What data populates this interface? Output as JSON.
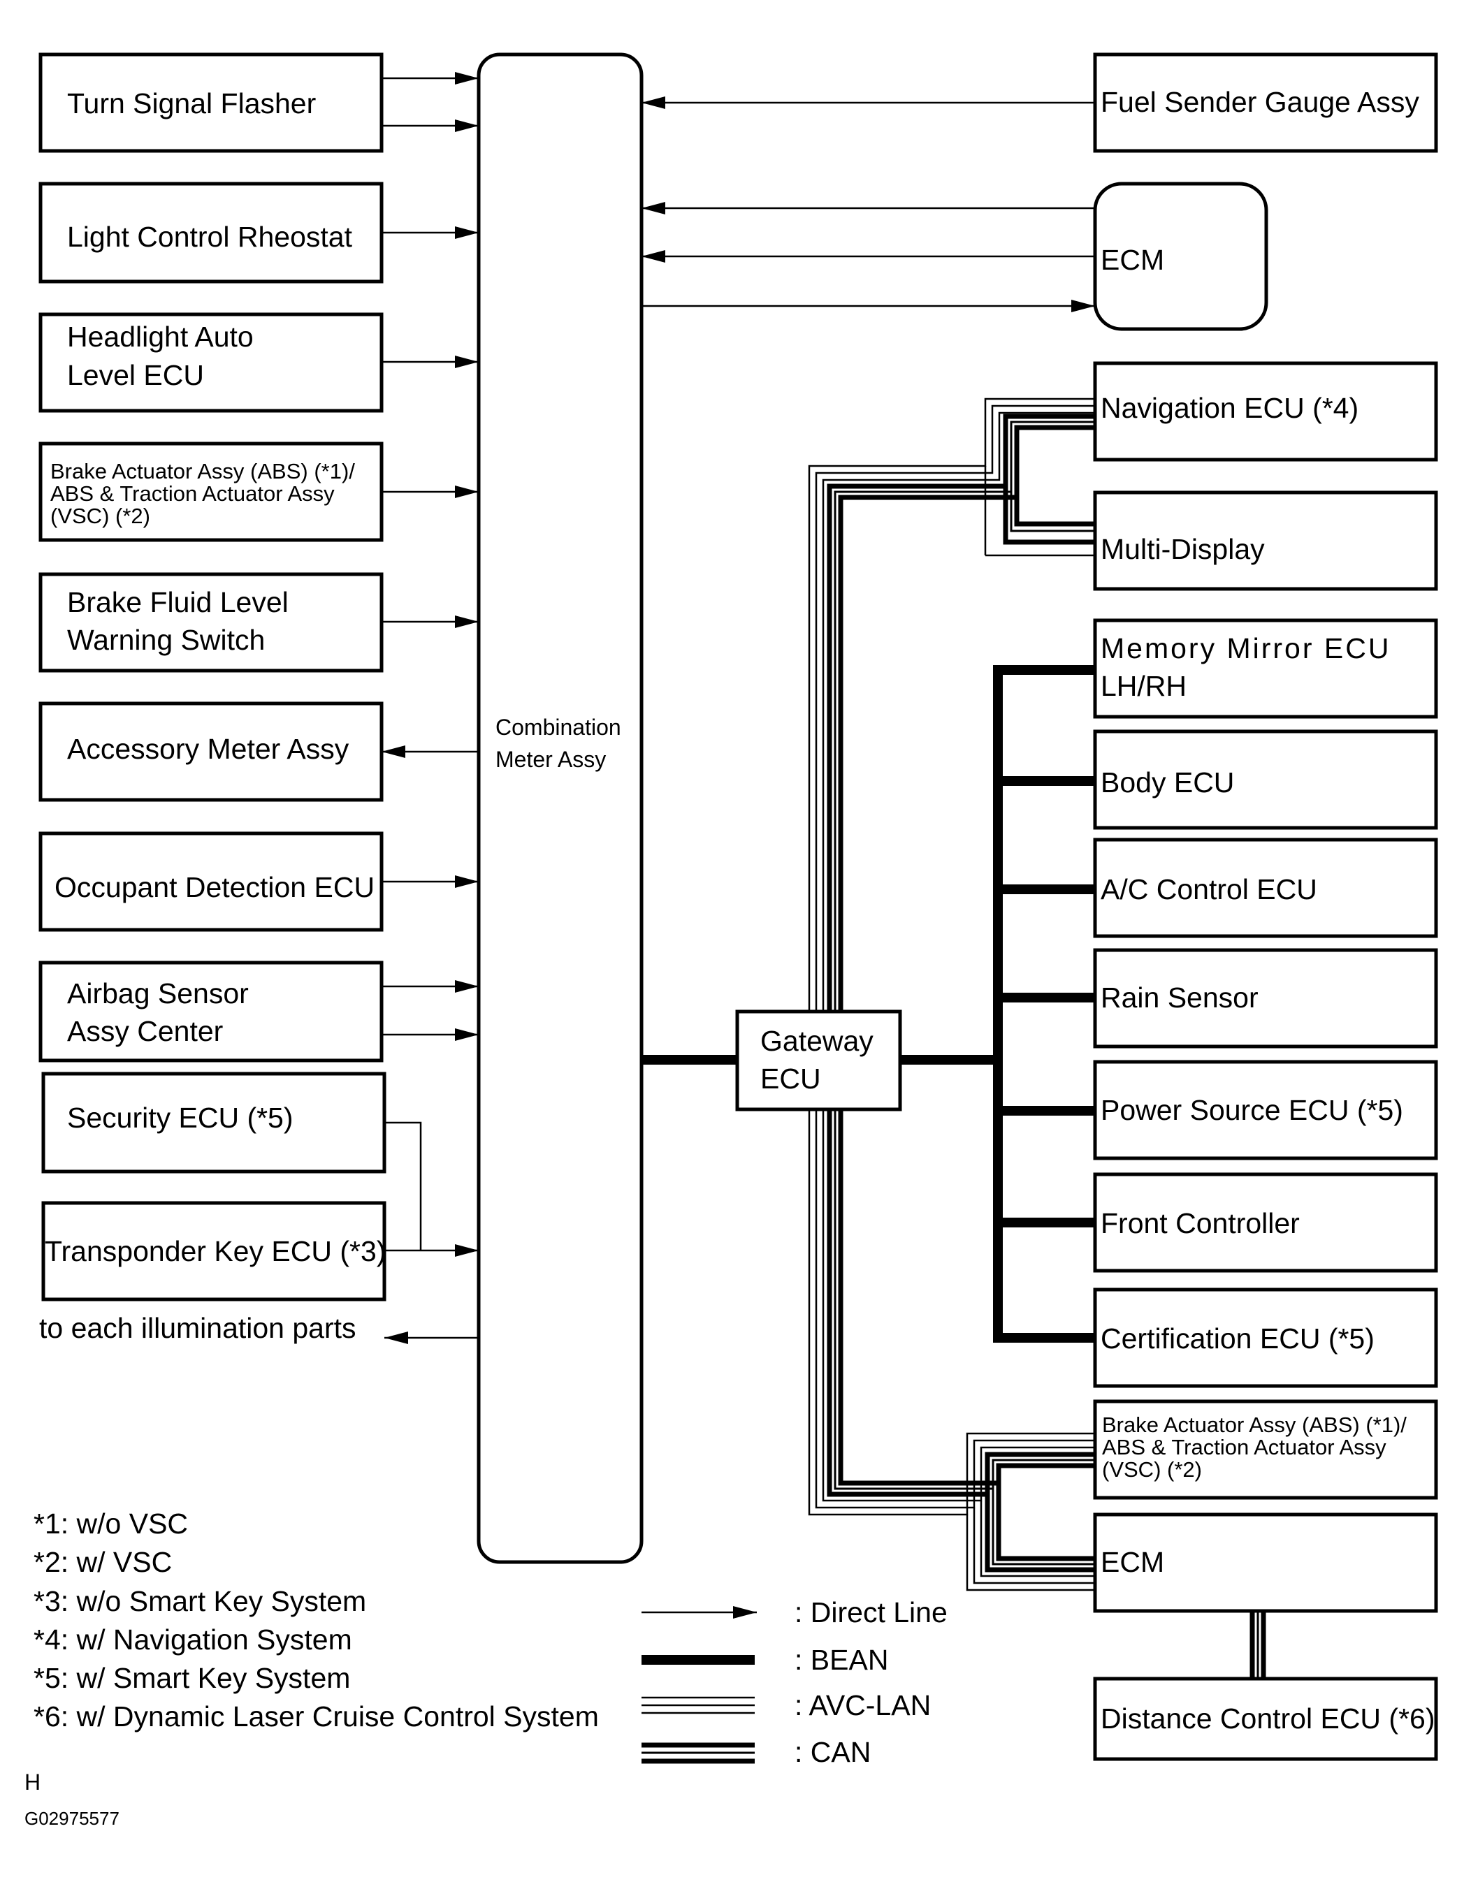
{
  "center": {
    "line1": "Combination",
    "line2": "Meter Assy"
  },
  "gateway": {
    "line1": "Gateway",
    "line2": "ECU"
  },
  "left_boxes": {
    "turn_signal": "Turn Signal Flasher",
    "light_rheostat": "Light Control Rheostat",
    "headlight_l1": "Headlight Auto",
    "headlight_l2": "Level ECU",
    "brake_l1": "Brake Actuator Assy (ABS) (*1)/",
    "brake_l2": "ABS & Traction Actuator Assy",
    "brake_l3": "(VSC) (*2)",
    "fluid_l1": "Brake Fluid Level",
    "fluid_l2": "Warning Switch",
    "accessory": "Accessory Meter Assy",
    "occupant": "Occupant Detection ECU",
    "airbag_l1": "Airbag Sensor",
    "airbag_l2": "Assy Center",
    "security": "Security ECU (*5)",
    "transponder": "Transponder Key ECU (*3)",
    "illumination": "to each illumination parts"
  },
  "right_boxes": {
    "fuel": "Fuel Sender Gauge Assy",
    "ecm_top": "ECM",
    "navigation": "Navigation ECU (*4)",
    "multidisplay": "Multi-Display",
    "mirror_l1": "Memory Mirror ECU",
    "mirror_l2": "LH/RH",
    "body": "Body ECU",
    "ac": "A/C Control ECU",
    "rain": "Rain Sensor",
    "power": "Power Source ECU (*5)",
    "front": "Front Controller",
    "cert": "Certification ECU (*5)",
    "brake2_l1": "Brake Actuator Assy (ABS) (*1)/",
    "brake2_l2": "ABS & Traction Actuator Assy",
    "brake2_l3": "(VSC) (*2)",
    "ecm_bottom": "ECM",
    "distance": "Distance Control ECU (*6)"
  },
  "notes": [
    "*1: w/o VSC",
    "*2: w/ VSC",
    "*3: w/o Smart Key System",
    "*4: w/ Navigation System",
    "*5: w/ Smart Key System",
    "*6: w/ Dynamic Laser Cruise Control System"
  ],
  "legend": {
    "direct": ": Direct Line",
    "bean": ": BEAN",
    "avc": ": AVC-LAN",
    "can": ": CAN"
  },
  "footer": {
    "letter": "H",
    "code": "G02975577"
  }
}
